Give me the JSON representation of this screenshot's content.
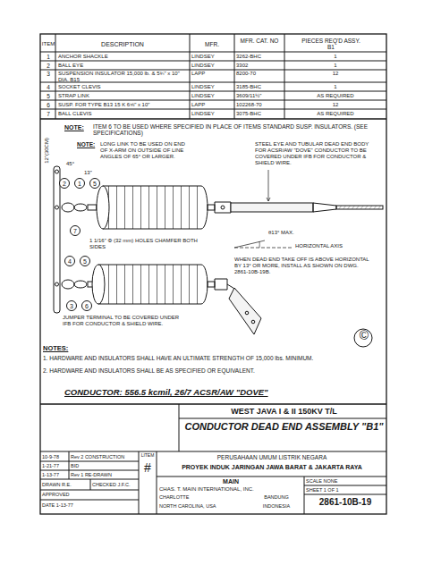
{
  "diagram": {
    "title": "CONDUCTOR DEAD END ASSEMBLY \"B1\"",
    "nodes": [
      {
        "text": [
          "2"
        ]
      },
      {
        "text": [
          "1"
        ]
      },
      {
        "text": [
          "5"
        ]
      },
      {
        "text": [
          "7"
        ]
      },
      {
        "text": [
          "4"
        ]
      },
      {
        "text": [
          "5"
        ]
      },
      {
        "text": [
          "3"
        ]
      },
      {
        "text": [
          "6"
        ]
      }
    ],
    "labels": [
      "ITEM",
      "DESCRIPTION",
      "MFR.",
      "MFR. CAT. NO",
      "PIECES REQ'D ASSY. B1",
      "1",
      "ANCHOR SHACKLE",
      "LINDSEY",
      "3262-BHC",
      "1",
      "2",
      "BALL EYE",
      "LINDSEY",
      "3302",
      "1",
      "3",
      "SUSPENSION INSULATOR 15,000 lb. & 5¾\" x 10\" DIA. B15",
      "LAPP",
      "8200-70",
      "12",
      "4",
      "SOCKET CLEVIS",
      "LINDSEY",
      "3185-BHC",
      "1",
      "5",
      "STRAP LINK",
      "LINDSEY",
      "3609/11½\"",
      "AS REQUIRED",
      "6",
      "SUSP. FOR TYPE B13 15 K 6⅝\" x 10\"",
      "LAPP",
      "102268-70",
      "12",
      "7",
      "BALL CLEVIS",
      "LINDSEY",
      "3075-BHC",
      "AS REQUIRED",
      "NOTE:",
      "ITEM 6 TO BE USED WHERE SPECIFIED IN PLACE OF ITEMS STANDARD SUSP. INSULATORS. (SEE SPECIFICATIONS)",
      "NOTE:",
      "LONG LINK TO BE USED ON END OF X-ARM ON OUTSIDE OF LINE ANGLES OF 65° OR LARGER.",
      "STEEL EYE AND TUBULAR DEAD END BODY FOR ACSR/AW \"DOVE\" CONDUCTOR TO BE COVERED UNDER IFB FOR CONDUCTOR & SHIELD WIRE.",
      "12\"(30CM)",
      "45°",
      "13\"",
      "1 1/16\" Φ (32 mm) HOLES CHAMFER BOTH SIDES",
      "θ13° MAX.",
      "HORIZONTAL AXIS",
      "WHEN DEAD END TAKE OFF IS ABOVE HORIZONTAL BY 13° OR MORE, INSTALL AS SHOWN ON DWG. 2861-10B-19B.",
      "JUMPER TERMINAL TO BE COVERED UNDER IFB FOR CONDUCTOR & SHIELD WIRE.",
      "©",
      "NOTES:",
      "1. HARDWARE AND INSULATORS SHALL HAVE AN ULTIMATE STRENGTH OF 15,000 lbs. MINIMUM.",
      "2. HARDWARE AND INSULATORS SHALL BE AS SPECIFIED OR EQUIVALENT.",
      "CONDUCTOR: 556.5 kcmil, 26/7 ACSR/AW \"DOVE\"",
      "WEST JAVA I & II 150KV T/L",
      "10-9-78",
      "Rev 2 CONSTRUCTION",
      "1-21-77",
      "BID",
      "1-13-77",
      "Rev 1 RE-DRAWN",
      "DRAWN R.E.",
      "CHECKED J.F.C.",
      "APPROVED",
      "DATE 1-13-77",
      "LITEM",
      "#",
      "PERUSAHAAN UMUM LISTRIK NEGARA",
      "PROYEK INDUK JARINGAN JAWA BARAT & JAKARTA RAYA",
      "MAIN",
      "CHAS. T. MAIN INTERNATIONAL, INC.",
      "CHARLOTTE",
      "NORTH CAROLINA, USA",
      "BANDUNG",
      "INDONESIA",
      "SCALE NONE",
      "SHEET 1 OF 1",
      "2861-10B-19"
    ]
  }
}
